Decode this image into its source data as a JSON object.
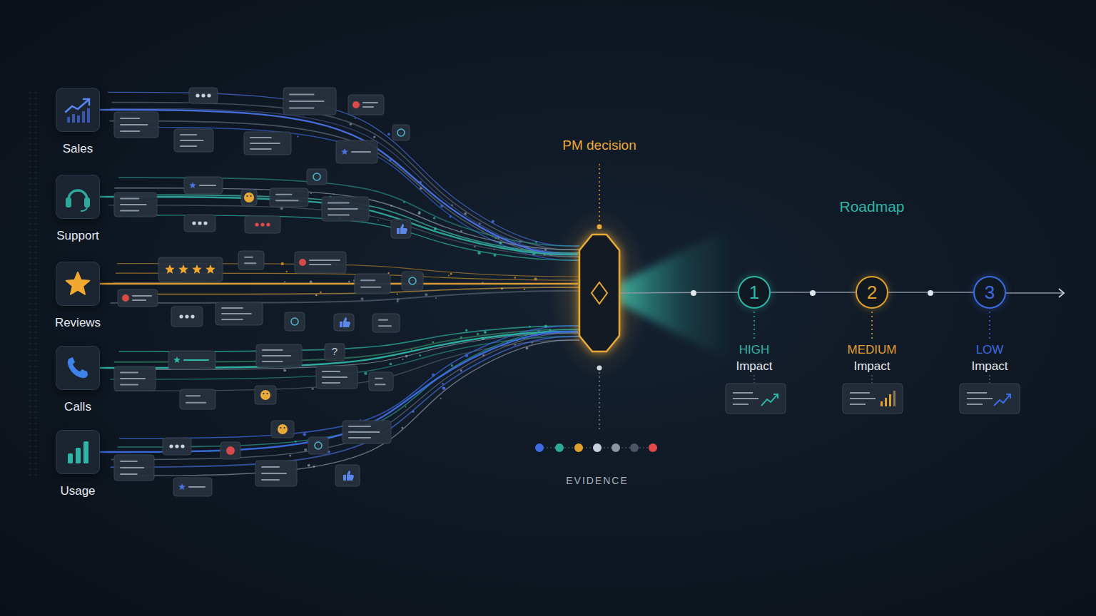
{
  "diagram": {
    "nodes": [
      {
        "text": [
          "Sales"
        ]
      },
      {
        "text": [
          "Support"
        ]
      },
      {
        "text": [
          "Reviews"
        ]
      },
      {
        "text": [
          "Calls"
        ]
      },
      {
        "text": [
          "Usage"
        ]
      },
      {
        "text": [
          "PM decision"
        ]
      },
      {
        "text": [
          "1",
          "HIGH",
          "Impact"
        ]
      },
      {
        "text": [
          "2",
          "MEDIUM",
          "Impact"
        ]
      },
      {
        "text": [
          "3",
          "LOW",
          "Impact"
        ]
      }
    ],
    "edges": [
      {
        "from": 0,
        "to": 5,
        "arrow": "none"
      },
      {
        "from": 1,
        "to": 5,
        "arrow": "none"
      },
      {
        "from": 2,
        "to": 5,
        "arrow": "none"
      },
      {
        "from": 3,
        "to": 5,
        "arrow": "none"
      },
      {
        "from": 4,
        "to": 5,
        "arrow": "none"
      },
      {
        "from": 5,
        "to": 6,
        "arrow": "none"
      },
      {
        "from": 6,
        "to": 7,
        "arrow": "none"
      },
      {
        "from": 7,
        "to": 8,
        "arrow": "none"
      }
    ],
    "labels": [
      "EVIDENCE",
      "Roadmap",
      "?"
    ]
  }
}
